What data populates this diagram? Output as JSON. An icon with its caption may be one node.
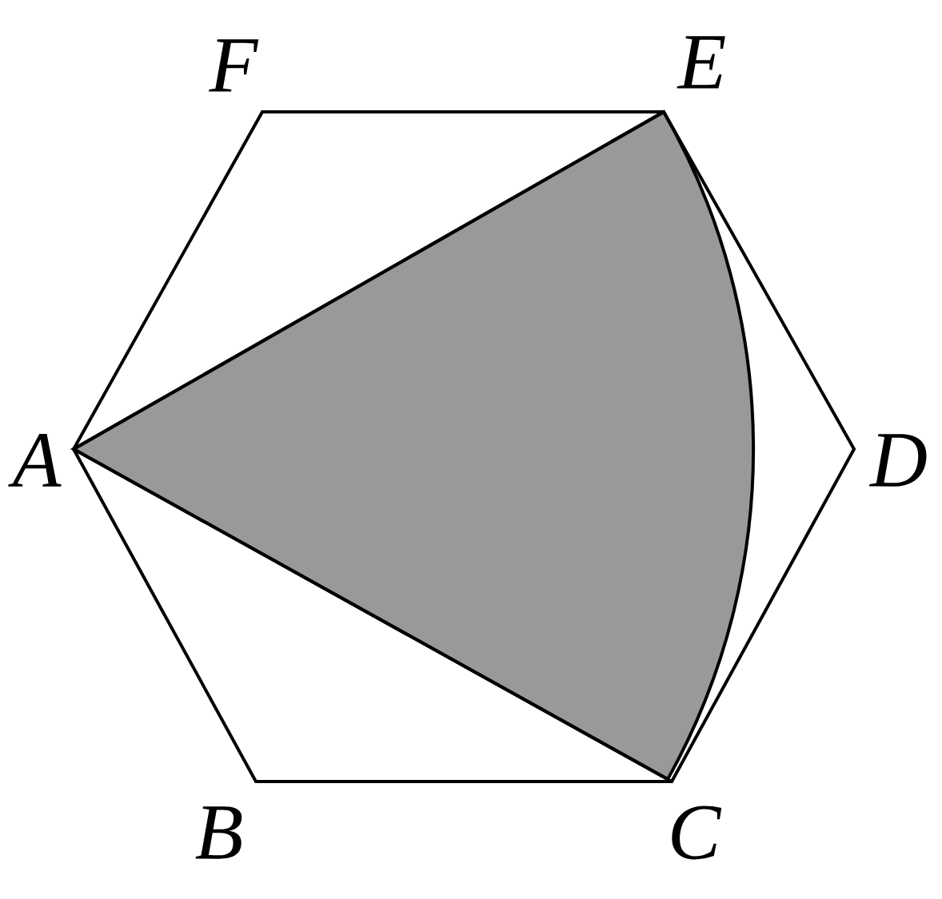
{
  "diagram": {
    "labels": [
      "F",
      "E",
      "A",
      "D",
      "B",
      "C"
    ]
  }
}
